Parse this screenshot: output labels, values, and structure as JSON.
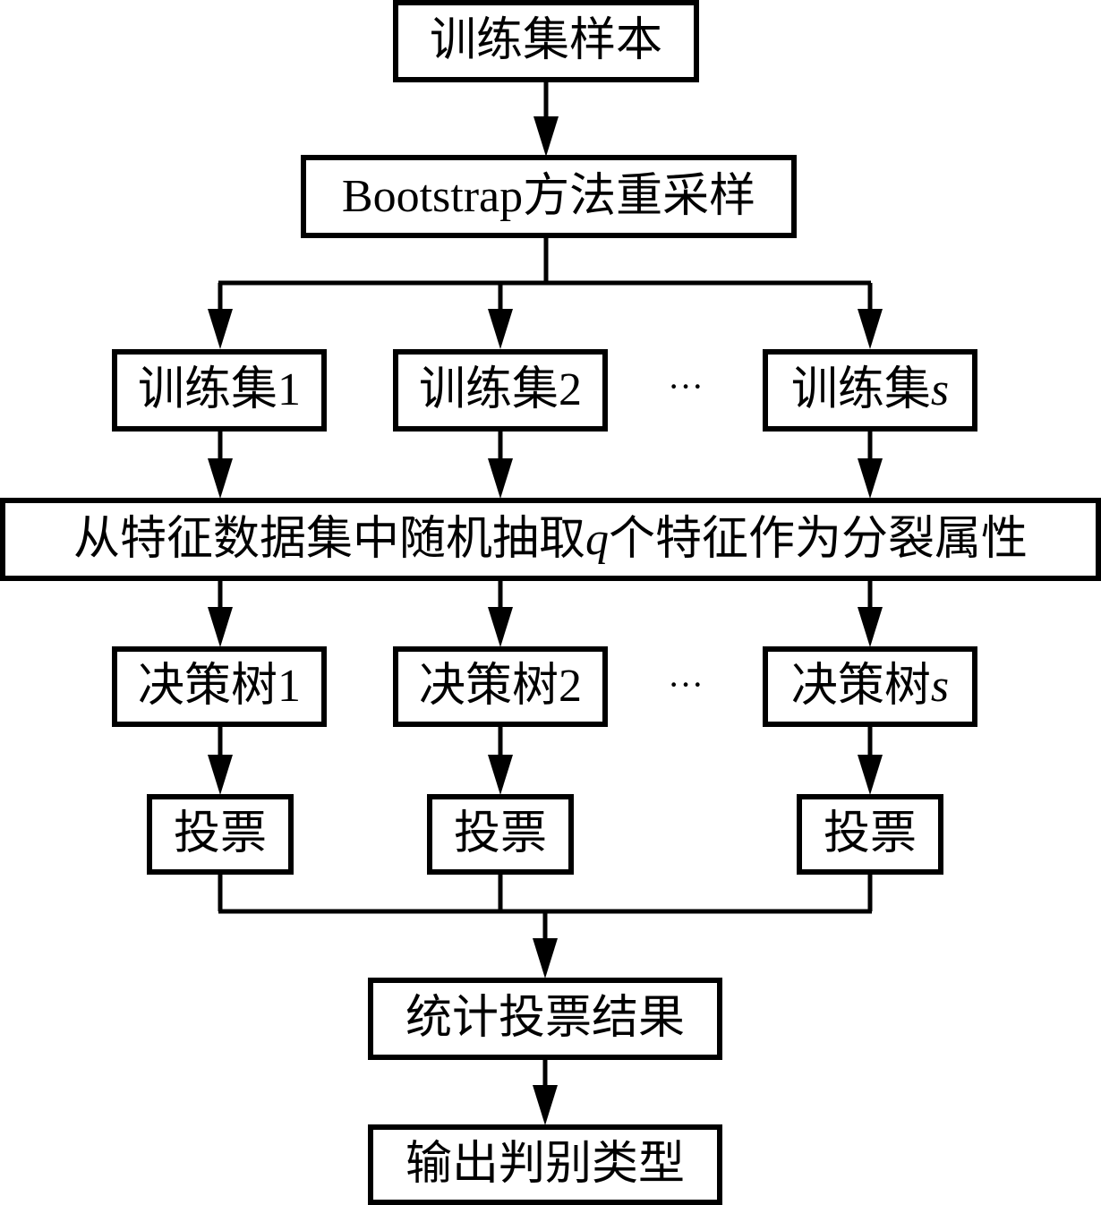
{
  "diagram": {
    "type": "flowchart",
    "subject": "Random forest classification process",
    "nodes": {
      "training_samples": {
        "label": "训练集样本"
      },
      "bootstrap": {
        "label": "Bootstrap方法重采样"
      },
      "training_set_1": {
        "label": "训练集",
        "suffix": "1"
      },
      "training_set_2": {
        "label": "训练集",
        "suffix": "2"
      },
      "training_set_s": {
        "label": "训练集",
        "suffix": "s"
      },
      "feature_selection": {
        "label_pre": "从特征数据集中随机抽取",
        "var": "q",
        "label_post": "个特征作为分裂属性"
      },
      "tree_1": {
        "label": "决策树",
        "suffix": "1"
      },
      "tree_2": {
        "label": "决策树",
        "suffix": "2"
      },
      "tree_s": {
        "label": "决策树",
        "suffix": "s"
      },
      "vote_1": {
        "label": "投票"
      },
      "vote_2": {
        "label": "投票"
      },
      "vote_s": {
        "label": "投票"
      },
      "count_votes": {
        "label": "统计投票结果"
      },
      "output": {
        "label": "输出判别类型"
      }
    },
    "ellipsis": "···",
    "edges": [
      [
        "training_samples",
        "bootstrap"
      ],
      [
        "bootstrap",
        "training_set_1"
      ],
      [
        "bootstrap",
        "training_set_2"
      ],
      [
        "bootstrap",
        "training_set_s"
      ],
      [
        "training_set_1",
        "feature_selection"
      ],
      [
        "training_set_2",
        "feature_selection"
      ],
      [
        "training_set_s",
        "feature_selection"
      ],
      [
        "feature_selection",
        "tree_1"
      ],
      [
        "feature_selection",
        "tree_2"
      ],
      [
        "feature_selection",
        "tree_s"
      ],
      [
        "tree_1",
        "vote_1"
      ],
      [
        "tree_2",
        "vote_2"
      ],
      [
        "tree_s",
        "vote_s"
      ],
      [
        "vote_1",
        "count_votes"
      ],
      [
        "vote_2",
        "count_votes"
      ],
      [
        "vote_s",
        "count_votes"
      ],
      [
        "count_votes",
        "output"
      ]
    ]
  }
}
